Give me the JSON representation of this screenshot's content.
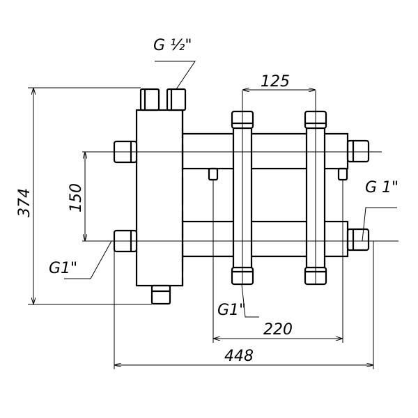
{
  "labels": {
    "top_thread": "G ½\"",
    "right_thread": "G 1\"",
    "left_thread": "G1\"",
    "bottom_thread": "G1\""
  },
  "dimensions": {
    "overall_height": "374",
    "inlet_spacing": "150",
    "outlet_spacing": "125",
    "bottom_width": "220",
    "overall_width": "448"
  }
}
